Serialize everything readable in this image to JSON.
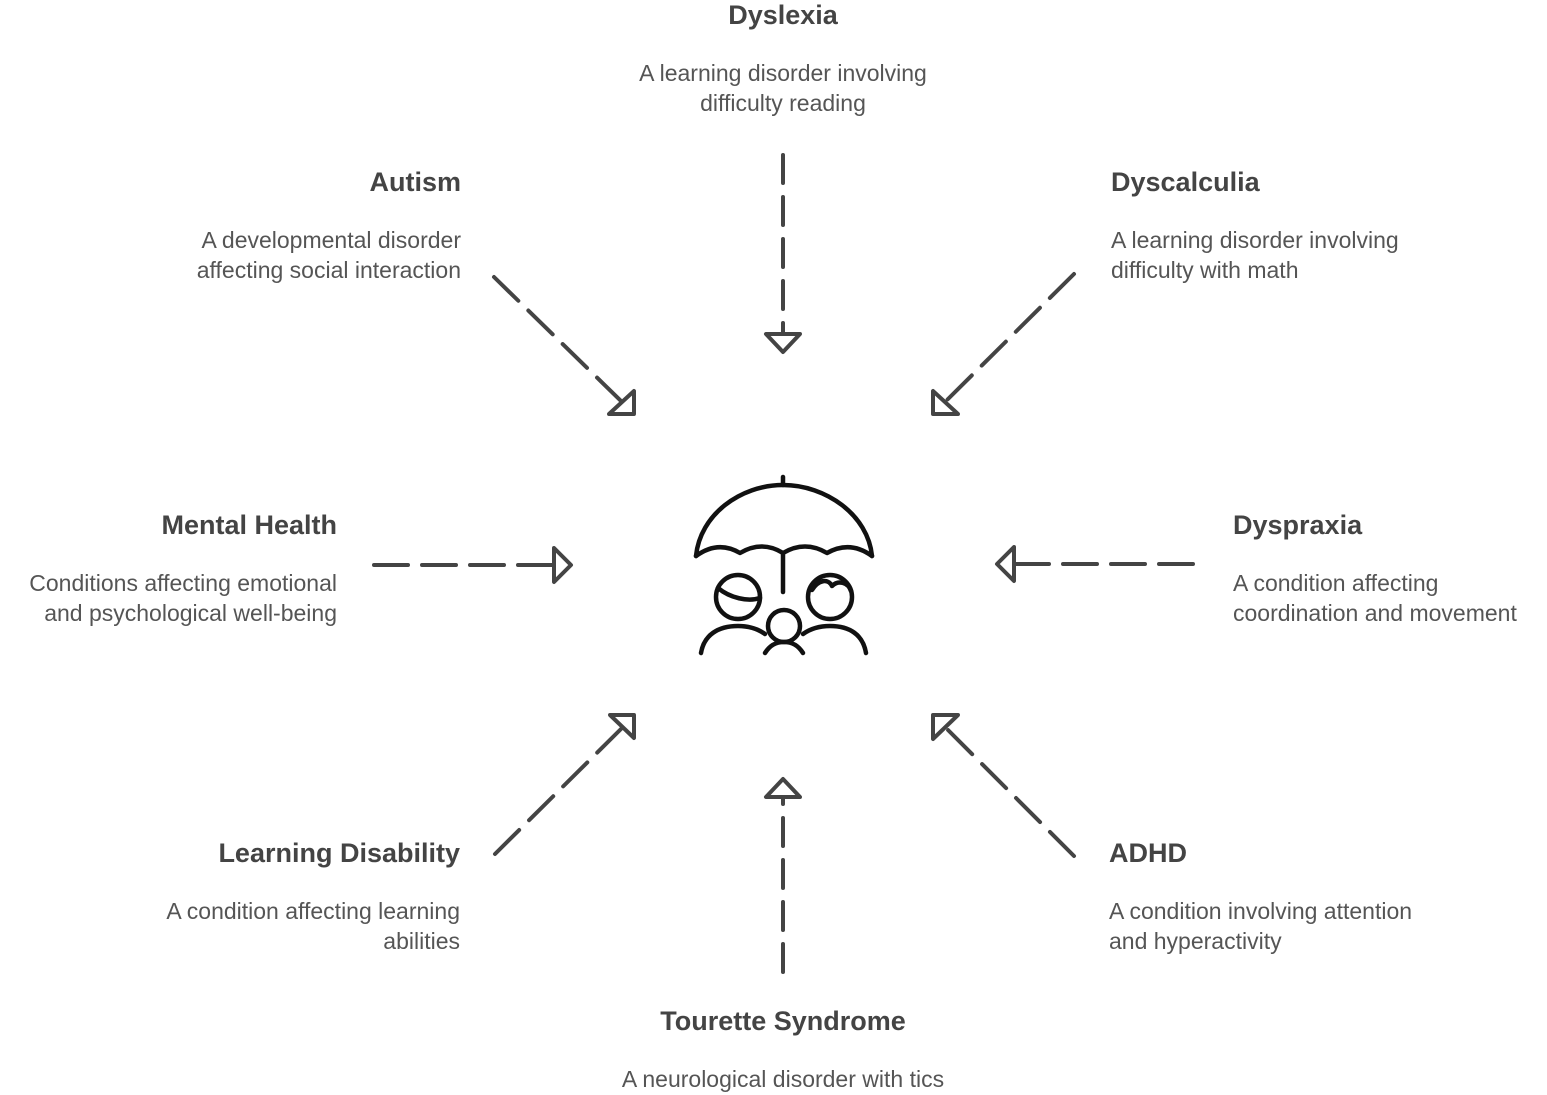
{
  "colors": {
    "title": "#444444",
    "description": "#555555",
    "stroke": "#444444",
    "icon": "#111111",
    "background": "#ffffff"
  },
  "center": {
    "icon": "umbrella-family-icon"
  },
  "nodes": [
    {
      "id": "dyslexia",
      "title": "Dyslexia",
      "description": "A learning disorder involving difficulty reading"
    },
    {
      "id": "autism",
      "title": "Autism",
      "description": "A developmental disorder affecting social interaction"
    },
    {
      "id": "dyscalculia",
      "title": "Dyscalculia",
      "description": "A learning disorder involving difficulty with math"
    },
    {
      "id": "mental-health",
      "title": "Mental Health",
      "description": "Conditions affecting emotional and psychological well-being"
    },
    {
      "id": "dyspraxia",
      "title": "Dyspraxia",
      "description": "A condition affecting coordination and movement"
    },
    {
      "id": "learning-disability",
      "title": "Learning Disability",
      "description": "A condition affecting learning abilities"
    },
    {
      "id": "adhd",
      "title": "ADHD",
      "description": "A condition involving attention and hyperactivity"
    },
    {
      "id": "tourette",
      "title": "Tourette Syndrome",
      "description": "A neurological disorder with tics"
    }
  ]
}
